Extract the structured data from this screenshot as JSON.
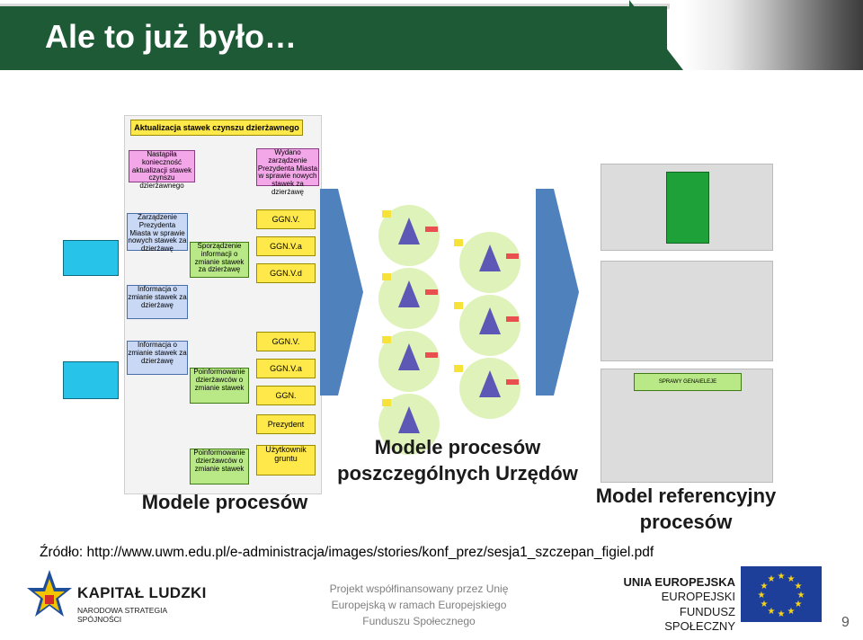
{
  "slide": {
    "title": "Ale to już było…",
    "source_text": "Źródło: http://www.uwm.edu.pl/e-administracja/images/stories/konf_prez/sesja1_szczepan_figiel.pdf",
    "page_number": "9"
  },
  "figure": {
    "left_panel_heading": "Aktualizacja stawek czynszu dzierżawnego",
    "left_boxes": [
      "Nastąpiła konieczność aktualizacji stawek czynszu dzierżawnego",
      "Wydano zarządzenie Prezydenta Miasta w sprawie nowych stawek za dzierżawę",
      "Zarządzenie Prezydenta Miasta w sprawie nowych stawek za dzierżawę",
      "Sporządzenie informacji o zmianie stawek za dzierżawę",
      "Informacja o zmianie stawek za dzierżawę",
      "Informacja o zmianie stawek za dzierżawę",
      "Poinformowanie dzierżawców o zmianie stawek",
      "Poinformowanie dzierżawców o zmianie stawek"
    ],
    "left_role_boxes": [
      "GGN.V.",
      "GGN.V.a",
      "GGN.V.d",
      "GGN.V.",
      "GGN.V.a",
      "GGN.",
      "Prezydent",
      "Użytkownik gruntu"
    ],
    "caption_left": "Modele procesów",
    "caption_mid_line1": "Modele procesów",
    "caption_mid_line2": "poszczególnych Urzędów",
    "caption_right_line1": "Model referencyjny",
    "caption_right_line2": "procesów",
    "right_bottom_banner": "SPRAWY GENAIELEJE"
  },
  "footer": {
    "left_logo_title": "KAPITAŁ LUDZKI",
    "left_logo_subtitle": "NARODOWA STRATEGIA SPÓJNOŚCI",
    "center_text": "Projekt współfinansowany przez Unię Europejską  w ramach Europejskiego Funduszu Społecznego",
    "eu_line1": "UNIA EUROPEJSKA",
    "eu_line2": "EUROPEJSKI",
    "eu_line3": "FUNDUSZ SPOŁECZNY"
  },
  "colors": {
    "header_green": "#1f5a37",
    "arrow_blue": "#4f81bd"
  }
}
